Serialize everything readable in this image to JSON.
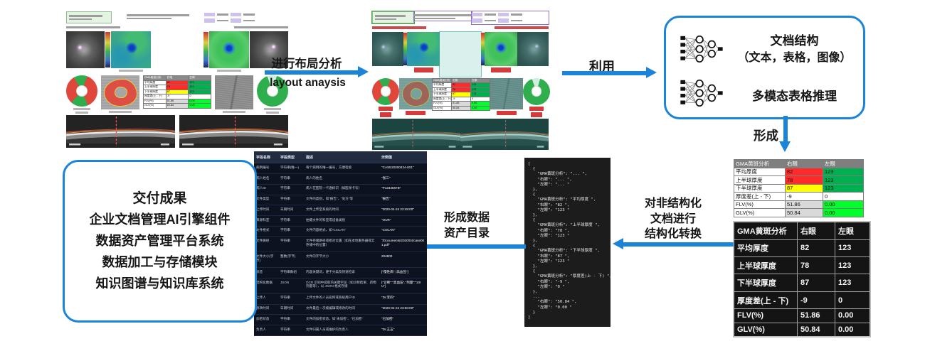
{
  "arrows": {
    "layout_zh": "进行布局分析",
    "layout_en": "layout anaysis",
    "use": "利用",
    "form": "形成",
    "unstructured_lines": [
      "对非结构化",
      "文档进行",
      "结构化转换"
    ],
    "catalog_lines": [
      "形成数据",
      "资产目录"
    ]
  },
  "model_box": {
    "row1_line1": "文档结构",
    "row1_line2": "（文本，表格，图像）",
    "row2_line1": "多模态表格推理"
  },
  "deliverables": {
    "title": "交付成果",
    "items": [
      "企业文档管理AI引擎组件",
      "数据资产管理平台系统",
      "数据加工与存储模块",
      "知识图谱与知识库系统"
    ]
  },
  "gma_table": {
    "headers": [
      "GMA黄斑分析",
      "右眼",
      "左眼"
    ],
    "rows": [
      {
        "label": "平均厚度",
        "right": "82",
        "left": "123",
        "right_color": "red",
        "left_color": "green"
      },
      {
        "label": "上半球厚度",
        "right": "78",
        "left": "123",
        "right_color": "red",
        "left_color": "green"
      },
      {
        "label": "下半球厚度",
        "right": "87",
        "left": "123",
        "right_color": "yellow",
        "left_color": "green"
      },
      {
        "label": "厚度差(上 - 下)",
        "right": "-9",
        "left": "0",
        "right_color": "white",
        "left_color": "white"
      },
      {
        "label": "FLV(%)",
        "right": "51.86",
        "left": "0.00",
        "right_color": "gray",
        "left_color": "brightgreen"
      },
      {
        "label": "GLV(%)",
        "right": "50.84",
        "left": "0.00",
        "right_color": "gray",
        "left_color": "brightgreen"
      }
    ]
  },
  "json_snippet": {
    "lines": [
      "[",
      "  {",
      "    \"GMA黄斑分析\": \"... \",",
      "    \"右眼\": \"... \",",
      "    \"左眼\": \"... \"",
      "  },",
      "  {",
      "    \"GMA黄斑分析\": \"平均厚度 \",",
      "    \"右眼\": \"82 \",",
      "    \"左眼\": \"123 \"",
      "  },",
      "  {",
      "    \"GMA黄斑分析\": \"上半球厚度 \",",
      "    \"右眼\": \"78 \",",
      "    \"左眼\": \"123 \"",
      "  },",
      "  {",
      "    \"GMA黄斑分析\": \"下半球厚度 \",",
      "    \"右眼\": \"87 \",",
      "    \"左眼\": \"123 \"",
      "  },",
      "  {",
      "    \"GMA黄斑分析\": \"厚度差(上 - 下) \",",
      "    \"右眼\": \"-9 \",",
      "    \"左眼\": \"0 \"",
      "  },",
      "  ...",
      "    \"右眼\": \"50.84 \",",
      "    \"左眼\": \"0.00 \"",
      "  }",
      "]"
    ]
  },
  "catalog_table": {
    "headers": [
      "字段名称",
      "字段类型",
      "描述",
      "示例值"
    ],
    "rows": [
      [
        "病例编号",
        "字符串(唯一)",
        "每个病例的唯一编号，方便检索",
        "\"CASE20200424-001\""
      ],
      [
        "病人姓名",
        "字符串",
        "病人的姓名",
        "\"张三\""
      ],
      [
        "病人ID",
        "字符串",
        "病人在医院一卡通标识（如医保卡号）",
        "\"P1234567B\""
      ],
      [
        "文件类型",
        "字符串",
        "文件的类别，如\"报告\"、\"处方\"等",
        "\"报告\""
      ],
      [
        "上传时间",
        "日期时间",
        "文件上传至系统的时间",
        "\"2020-04-24 22:48:00\""
      ],
      [
        "来源科室",
        "字符串",
        "拍摄文件的科室或设备类别",
        "\"OUR\""
      ],
      [
        "文件格式",
        "字符串",
        "文件内容格式，如\"CSCAN\"",
        "\"CSCAN\""
      ],
      [
        "文件路径",
        "字符串",
        "文件存储路径或相对位置（如在本地服务器或云存储中的位置）",
        "\"/Documents/2020/04/case001.pdf\""
      ],
      [
        "文件大小(字节)",
        "整数(字节)",
        "文件的字节大小",
        "204800"
      ],
      [
        "标签",
        "字符串数组",
        "内容关键词，便于分类及快速检索",
        "[\"慢性病\",\"高血压\"]"
      ],
      [
        "结构化数据",
        "JSON",
        "OCR 识别中提取的关键字段（如诊断结果、药物剂量等），以 JSON 格式存储",
        "{\"诊断\":\"高血压\",\"剂量\":\"10IU\"}"
      ],
      [
        "上传人",
        "字符串",
        "上传文件的人员名称或系统用户ID",
        "\"Dr.李四\""
      ],
      [
        "修改时间",
        "日期时间",
        "文件最后一次被编辑或修改的时间",
        "\"2020-04-24 23:50:00\""
      ],
      [
        "加密状态",
        "字符串",
        "文件的加密状态，如\"未加密\"、\"已加密\"",
        "\"已加密\""
      ],
      [
        "负责人",
        "字符串",
        "文件归属人员或维护的负责人",
        "\"Dr.王五\""
      ]
    ]
  },
  "colors": {
    "accent_blue": "#1c84d8",
    "cell_red": "#ff2b2b",
    "cell_green": "#00b050",
    "cell_yellow": "#ffff00",
    "cell_bright_green": "#00ff2a",
    "cell_gray": "#d9d9d9"
  }
}
